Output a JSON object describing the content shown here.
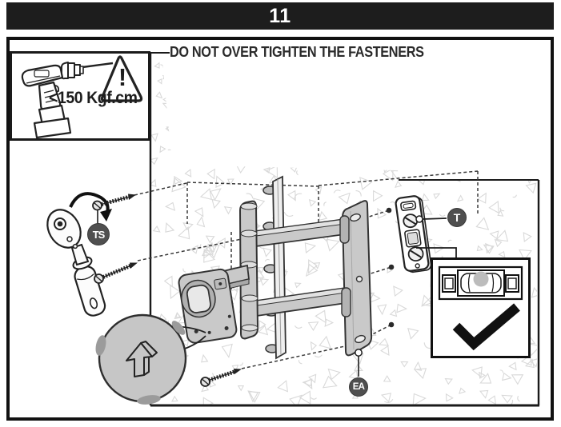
{
  "header": {
    "step_number": "11"
  },
  "warning_banner": {
    "text": "DO NOT OVER TIGHTEN THE FASTENERS"
  },
  "drill_box": {
    "warning_mark": "!",
    "torque_limit": "<150 Kgf.cm"
  },
  "part_labels": {
    "ts": "TS",
    "t": "T",
    "ea": "EA"
  },
  "icons": {
    "drill": "power-drill-icon",
    "warning": "warning-triangle-icon",
    "ratchet": "ratchet-wrench-icon",
    "screws": "lag-screw-icon",
    "bracket": "wall-mount-bracket-icon",
    "spacer": "spacer-plate-icon",
    "level": "bubble-level-icon",
    "check": "checkmark-icon",
    "magnified_part": "washer-arrow-icon"
  },
  "colors": {
    "header_bg": "#1d1d1d",
    "outline": "#1a1a1a",
    "part_gray": "#c9c9c9",
    "badge_bg": "#4f4f4f",
    "texture": "#d9d9d9",
    "bubble_gray": "#bcbcbc"
  }
}
